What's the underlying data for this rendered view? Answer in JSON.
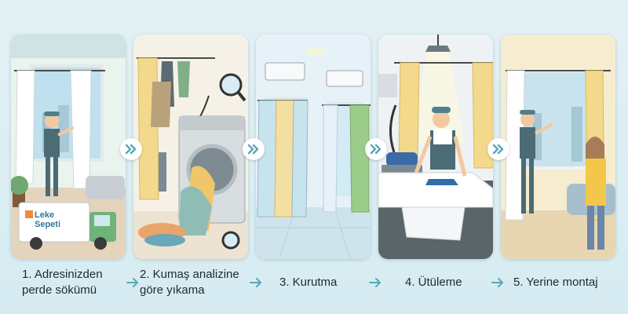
{
  "steps": [
    {
      "line1": "1. Adresinizden",
      "line2": "perde sökümü"
    },
    {
      "line1": "2. Kumaş analizine",
      "line2": "göre yıkama"
    },
    {
      "line1": "3. Kurutma",
      "line2": ""
    },
    {
      "line1": "4. Ütüleme",
      "line2": ""
    },
    {
      "line1": "5. Yerine montaj",
      "line2": ""
    }
  ],
  "van_logo": {
    "line1": "Leke",
    "line2": "Sepeti"
  },
  "icons": {
    "step_connector": "double-chevron-right-icon",
    "caption_connector": "arrow-right-icon"
  },
  "colors": {
    "accent": "#5aa8b8",
    "background": "#e3f1f5",
    "curtain_yellow": "#f3d98c",
    "curtain_green": "#9ccc8a",
    "worker_cap": "#4f7f8c"
  }
}
